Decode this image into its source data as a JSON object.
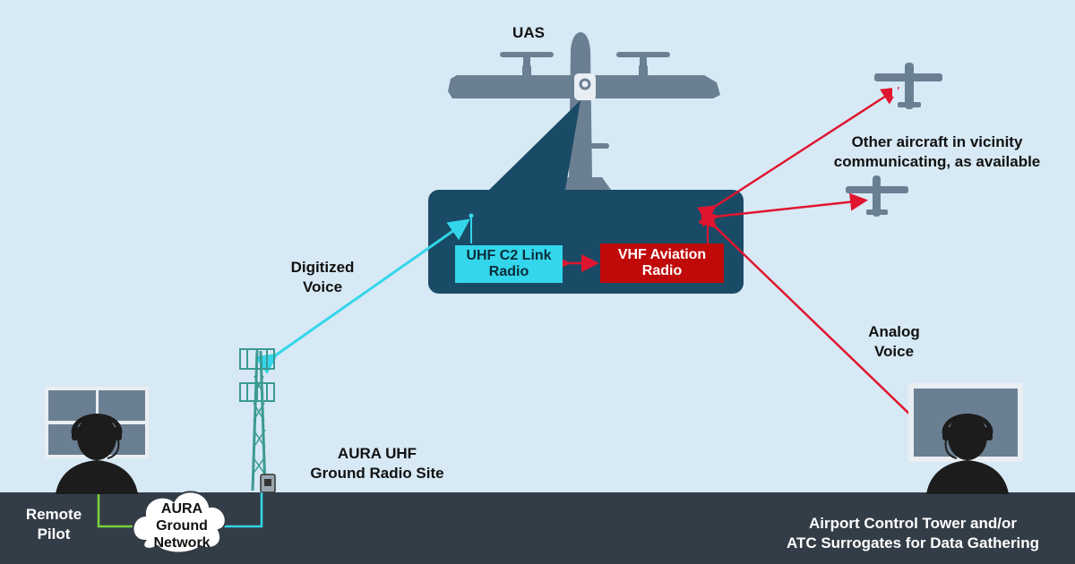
{
  "labels": {
    "uas": "UAS",
    "other_aircraft_line1": "Other aircraft in vicinity",
    "other_aircraft_line2": "communicating, as available",
    "digitized_line1": "Digitized",
    "digitized_line2": "Voice",
    "analog_line1": "Analog",
    "analog_line2": "Voice",
    "ground_site_line1": "AURA UHF",
    "ground_site_line2": "Ground Radio Site",
    "remote_pilot_line1": "Remote",
    "remote_pilot_line2": "Pilot",
    "network_line1": "AURA",
    "network_line2": "Ground",
    "network_line3": "Network",
    "tower_line1": "Airport Control Tower and/or",
    "tower_line2": "ATC Surrogates for Data Gathering"
  },
  "boxes": {
    "uhf_line1": "UHF C2 Link",
    "uhf_line2": "Radio",
    "vhf_line1": "VHF Aviation",
    "vhf_line2": "Radio"
  },
  "colors": {
    "background": "#d7e9f5",
    "ground_band": "#333d47",
    "uas_silhouette": "#6b7f93",
    "avionics_panel": "#1a4b66",
    "uhf_box": "#33d6ea",
    "vhf_box": "#c00a0a",
    "digital_link": "#33d6ea",
    "analog_link": "#e0152f",
    "network_link": "#79d33b",
    "tower": "#3c9a92"
  }
}
